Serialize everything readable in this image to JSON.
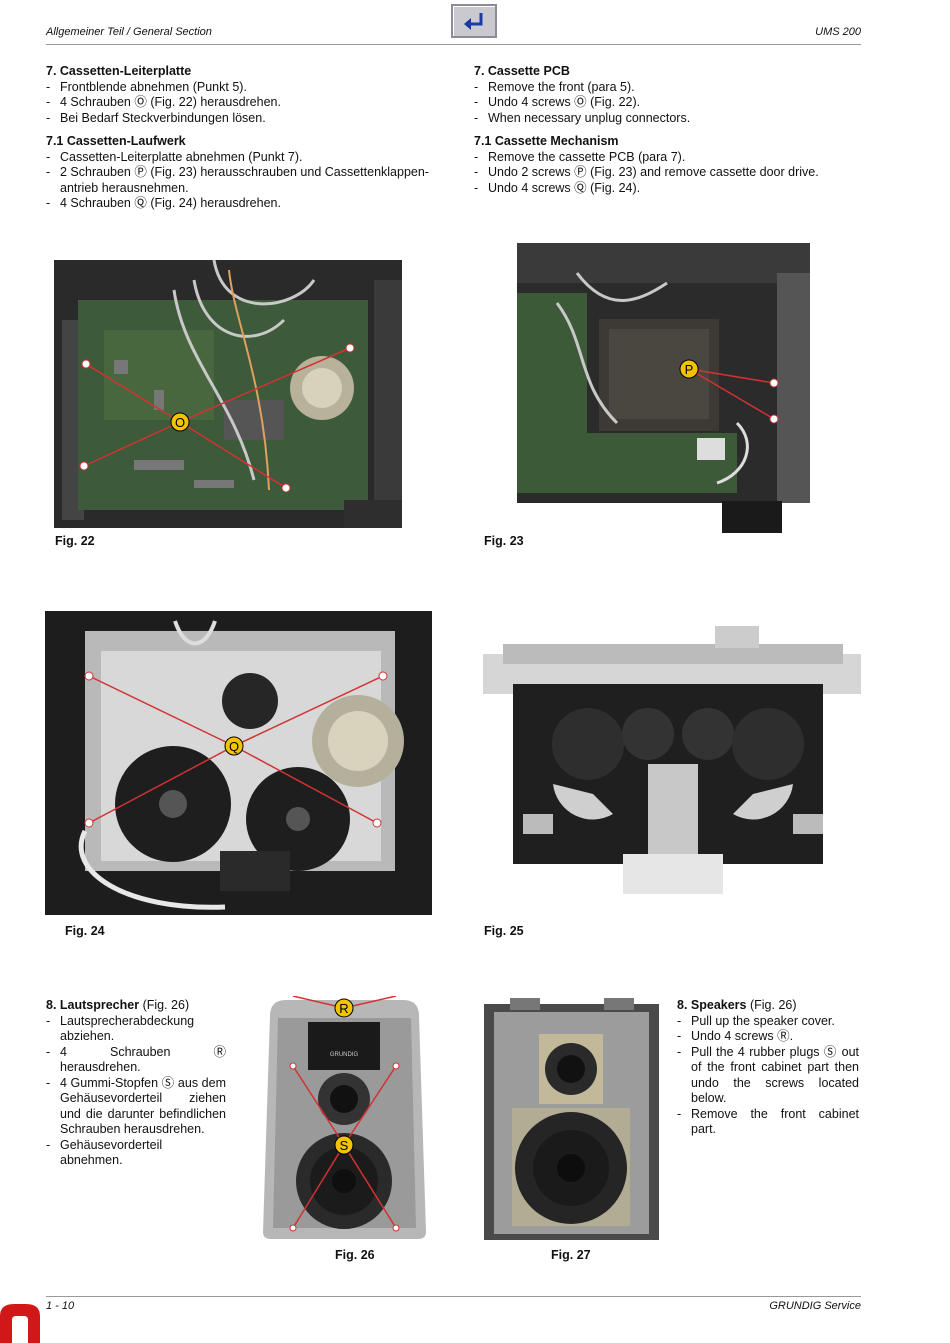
{
  "header": {
    "left": "Allgemeiner Teil / General Section",
    "right": "UMS 200"
  },
  "footer": {
    "left": "1 - 10",
    "right": "GRUNDIG Service"
  },
  "de": {
    "s7": {
      "title": "7. Cassetten-Leiterplatte",
      "items": [
        "Frontblende abnehmen (Punkt 5).",
        "4 Schrauben Ⓞ (Fig. 22) herausdrehen.",
        "Bei Bedarf Steckverbindungen lösen."
      ]
    },
    "s71": {
      "title": "7.1 Cassetten-Laufwerk",
      "items": [
        "Cassetten-Leiterplatte abnehmen (Punkt 7).",
        "2 Schrauben Ⓟ (Fig. 23) herausschrauben und Cassettenklappen-antrieb herausnehmen.",
        "4 Schrauben Ⓠ (Fig. 24) herausdrehen."
      ]
    },
    "s8": {
      "title": "8. Lautsprecher",
      "title_suffix": " (Fig. 26)",
      "items": [
        "Lautsprecherabdeckung abziehen.",
        "4 Schrauben Ⓡ herausdrehen.",
        "4 Gummi-Stopfen Ⓢ aus dem Gehäusevorderteil ziehen und die darunter befindlichen Schrauben herausdrehen.",
        "Gehäusevorderteil abnehmen."
      ]
    }
  },
  "en": {
    "s7": {
      "title": "7. Cassette PCB",
      "items": [
        "Remove the front (para 5).",
        "Undo 4 screws Ⓞ (Fig. 22).",
        "When necessary unplug connectors."
      ]
    },
    "s71": {
      "title": "7.1 Cassette Mechanism",
      "items": [
        "Remove the cassette PCB (para 7).",
        "Undo 2 screws Ⓟ (Fig. 23) and remove cassette door drive.",
        "Undo 4 screws Ⓠ (Fig. 24)."
      ]
    },
    "s8": {
      "title": "8. Speakers",
      "title_suffix": " (Fig. 26)",
      "items": [
        "Pull up the speaker cover.",
        "Undo 4 screws Ⓡ.",
        "Pull the 4 rubber plugs Ⓢ out of the front cabinet part then undo the screws located below.",
        "Remove the front cabinet part."
      ]
    }
  },
  "figures": {
    "fig22": {
      "caption": "Fig. 22",
      "marker": "O"
    },
    "fig23": {
      "caption": "Fig. 23",
      "marker": "P"
    },
    "fig24": {
      "caption": "Fig. 24",
      "marker": "Q"
    },
    "fig25": {
      "caption": "Fig. 25"
    },
    "fig26": {
      "caption": "Fig. 26",
      "marker_top": "R",
      "marker_bottom": "S",
      "brand": "GRUNDIG"
    },
    "fig27": {
      "caption": "Fig. 27"
    }
  },
  "colors": {
    "marker_fill": "#f2c400",
    "callout_line": "#d23232",
    "back_arrow": "#1b3aa8",
    "logo": "#d01818"
  },
  "icons": {
    "back_button": "return-arrow-icon",
    "logo": "grundig-logo-icon"
  }
}
